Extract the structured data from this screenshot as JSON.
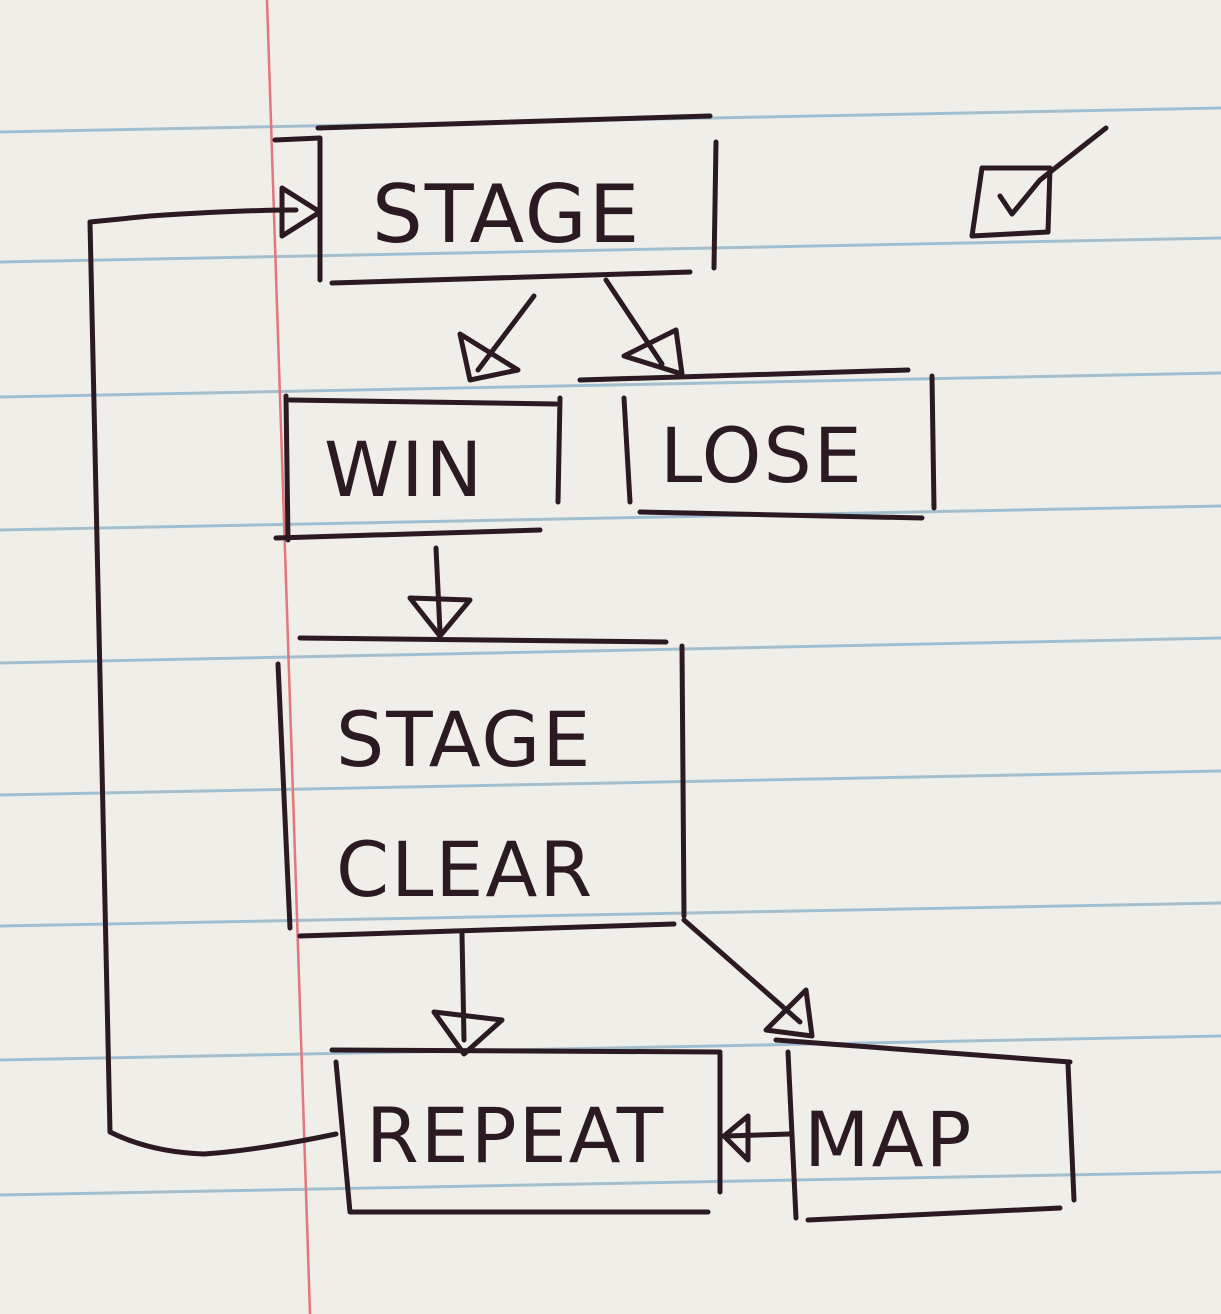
{
  "diagram": {
    "nodes": {
      "stage": "STAGE",
      "win": "WIN",
      "lose": "LOSE",
      "stage_clear_line1": "STAGE",
      "stage_clear_line2": "CLEAR",
      "repeat": "REPEAT",
      "map": "MAP"
    },
    "edges": [
      {
        "from": "STAGE",
        "to": "WIN"
      },
      {
        "from": "STAGE",
        "to": "LOSE"
      },
      {
        "from": "WIN",
        "to": "STAGE CLEAR"
      },
      {
        "from": "STAGE CLEAR",
        "to": "REPEAT"
      },
      {
        "from": "STAGE CLEAR",
        "to": "MAP"
      },
      {
        "from": "MAP",
        "to": "REPEAT"
      },
      {
        "from": "REPEAT",
        "to": "STAGE"
      }
    ],
    "checkbox_checked": true
  },
  "colors": {
    "paper": "#efeee9",
    "rule_line": "#8fb4cc",
    "margin_line": "#e2777c",
    "ink": "#2c1a22"
  }
}
